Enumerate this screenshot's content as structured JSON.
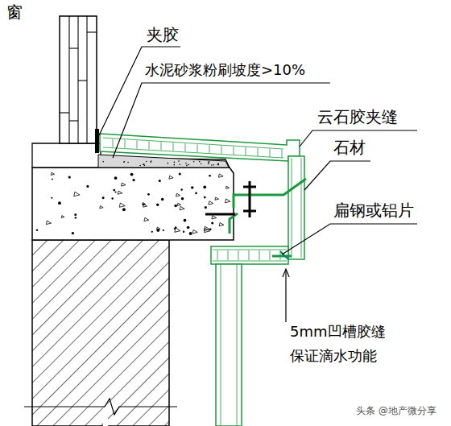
{
  "diagram": {
    "labels": [
      "窗",
      "夹胶",
      "水泥砂浆粉刷坡度>10%",
      "云石胶夹缝",
      "石材",
      "扁钢或铝片",
      "5mm凹槽胶缝",
      "保证滴水功能",
      "头条 @地产微分享"
    ]
  }
}
